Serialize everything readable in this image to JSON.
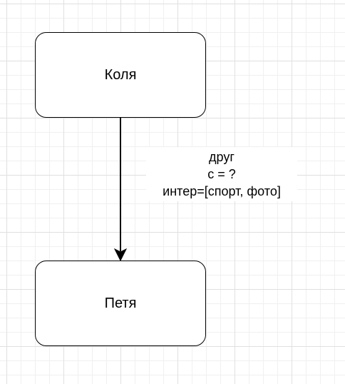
{
  "nodes": {
    "source": {
      "label": "Коля"
    },
    "target": {
      "label": "Петя"
    }
  },
  "edge": {
    "label_lines": [
      "друг",
      "с = ?",
      "интер=[спорт, фото]"
    ],
    "color": "#000000"
  }
}
